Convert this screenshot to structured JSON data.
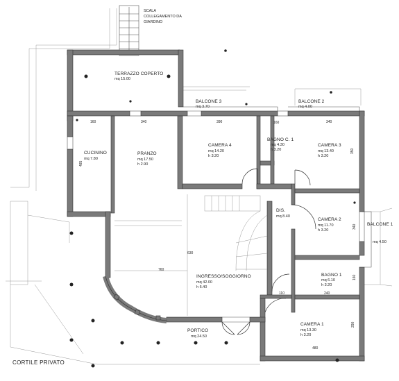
{
  "labels": {
    "stair_title": "SCALA",
    "stair_sub1": "COLLEGAMENTO DA",
    "stair_sub2": "GIARDINO",
    "courtyard": "CORTILE PRIVATO"
  },
  "rooms": {
    "terrazzo": {
      "name": "TERRAZZO COPERTO",
      "area": "mq 15.00"
    },
    "balcone3": {
      "name": "BALCONE 3",
      "area": "mq 3.70"
    },
    "balcone2": {
      "name": "BALCONE 2",
      "area": "mq 4.00"
    },
    "balcone1": {
      "name": "BALCONE 1",
      "area": "mq 4.50"
    },
    "cucinino": {
      "name": "CUCININO",
      "area": "mq 7.80"
    },
    "pranzo": {
      "name": "PRANZO",
      "area": "mq 17.50",
      "height": "h 2.90"
    },
    "camera4": {
      "name": "CAMERA 4",
      "area": "mq 14.20",
      "height": "h 3.20"
    },
    "bagno_c1": {
      "name": "BAGNO C. 1",
      "area": "mq 4.30",
      "height": "h 3.20"
    },
    "camera3": {
      "name": "CAMERA 3",
      "area": "mq 13.40",
      "height": "h 3.20"
    },
    "dis": {
      "name": "DIS.",
      "area": "mq 8.40"
    },
    "camera2": {
      "name": "CAMERA 2",
      "area": "mq 11.70",
      "height": "h 3.20"
    },
    "bagno1": {
      "name": "BAGNO 1",
      "area": "mq 6.10",
      "height": "h 3.20"
    },
    "ingresso": {
      "name": "INGRESSO/SOGGIORNO",
      "area": "mq 42.00",
      "height": "h 6.40"
    },
    "camera1": {
      "name": "CAMERA 1",
      "area": "mq 13.30",
      "height": "h 3.20"
    },
    "portico": {
      "name": "PORTICO",
      "area": "mq 24.50"
    }
  },
  "dims": {
    "d160": "160",
    "d340a": "340",
    "d390": "390",
    "d160b": "160",
    "d340b": "340",
    "d485": "485",
    "d350": "350",
    "d630": "630",
    "d760": "760",
    "d340c": "340",
    "d110": "110",
    "d240": "240",
    "d160c": "160",
    "d290": "290",
    "d480": "480"
  }
}
